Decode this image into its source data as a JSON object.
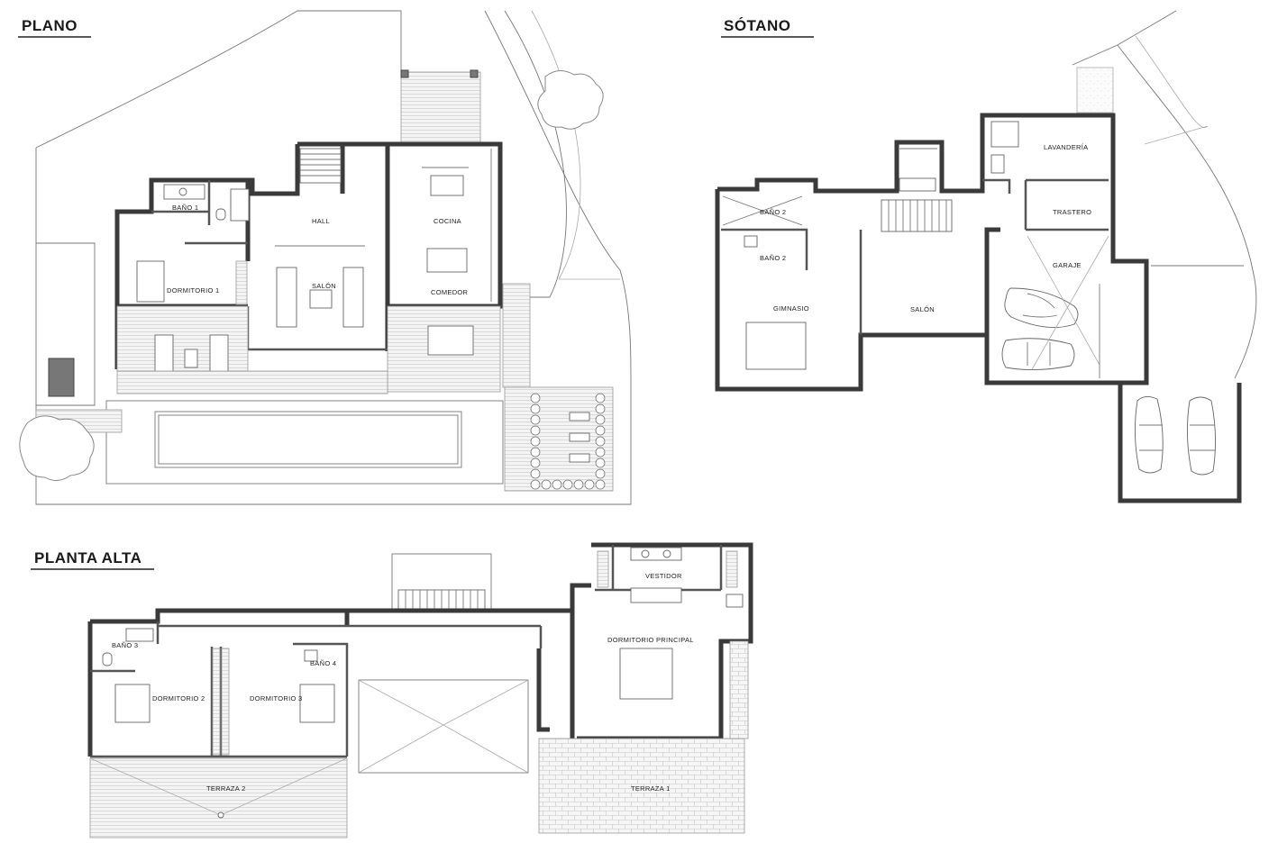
{
  "sheets": {
    "plano": {
      "title": "PLANO"
    },
    "sotano": {
      "title": "SÓTANO"
    },
    "planta_alta": {
      "title": "PLANTA ALTA"
    }
  },
  "rooms": {
    "plano": {
      "bano1": "BAÑO 1",
      "hall": "HALL",
      "cocina": "COCINA",
      "dormitorio1": "DORMITORIO 1",
      "salon": "SALÓN",
      "comedor": "COMEDOR"
    },
    "sotano": {
      "lavanderia": "LAVANDERÍA",
      "bano2_top": "BAÑO 2",
      "trastero": "TRASTERO",
      "bano2_inner": "BAÑO 2",
      "garaje": "GARAJE",
      "gimnasio": "GIMNASIO",
      "salon": "SALÓN"
    },
    "planta_alta": {
      "vestidor": "VESTIDOR",
      "dormitorio_principal": "DORMITORIO PRINCIPAL",
      "bano3": "BAÑO 3",
      "bano4": "BAÑO 4",
      "dormitorio2": "DORMITORIO 2",
      "dormitorio3": "DORMITORIO 3",
      "terraza2": "TERRAZA 2",
      "terraza1": "TERRAZA 1"
    }
  }
}
